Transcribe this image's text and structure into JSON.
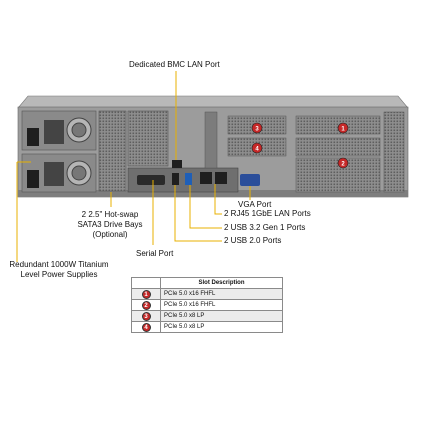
{
  "callouts": {
    "bmc_port": "Dedicated BMC LAN Port",
    "drive_bays_1": "2 2.5\" Hot-swap",
    "drive_bays_2": "SATA3 Drive Bays",
    "drive_bays_3": "(Optional)",
    "psu_1": "Redundant  1000W Titanium",
    "psu_2": "Level Power Supplies",
    "serial_port": "Serial Port",
    "vga_port": "VGA Port",
    "lan_ports": "2 RJ45 1GbE LAN Ports",
    "usb32_ports": "2 USB 3.2 Gen 1 Ports",
    "usb20_ports": "2 USB 2.0 Ports"
  },
  "slot_table": {
    "header": "Slot Description",
    "rows": [
      {
        "num": "1",
        "desc": "PCIe 5.0 x16 FHFL"
      },
      {
        "num": "2",
        "desc": "PCIe 5.0 x16 FHFL"
      },
      {
        "num": "3",
        "desc": "PCIe 5.0 x8 LP"
      },
      {
        "num": "4",
        "desc": "PCIe 5.0 x8 LP"
      }
    ]
  },
  "slot_markers": [
    "1",
    "2",
    "3",
    "4"
  ],
  "colors": {
    "marker": "#c62828",
    "leader_line": "#e8b100",
    "chassis": "#9a9a9a"
  }
}
